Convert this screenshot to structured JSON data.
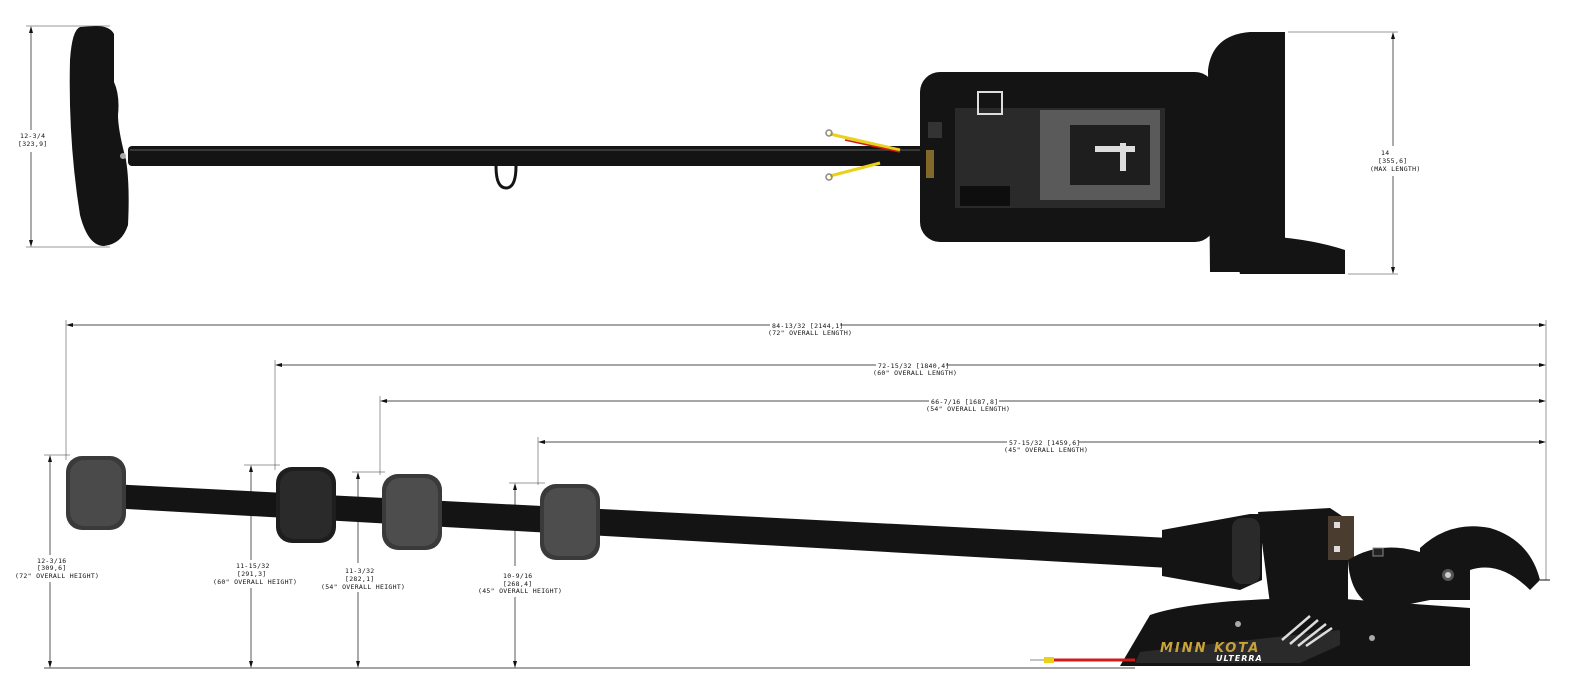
{
  "top_view": {
    "handle_height": {
      "value": "12-3/4",
      "metric": "[323,9]"
    },
    "mount_height": {
      "value": "14",
      "metric": "[355,6]",
      "note": "(MAX LENGTH)"
    }
  },
  "side_view": {
    "lengths": [
      {
        "value": "84-13/32 [2144,1]",
        "note": "(72\" OVERALL LENGTH)"
      },
      {
        "value": "72-15/32 [1840,4]",
        "note": "(60\" OVERALL LENGTH)"
      },
      {
        "value": "66-7/16 [1687,8]",
        "note": "(54\" OVERALL LENGTH)"
      },
      {
        "value": "57-15/32 [1459,6]",
        "note": "(45\" OVERALL LENGTH)"
      }
    ],
    "heights": [
      {
        "value": "12-3/16",
        "metric": "[309,6]",
        "note": "(72\" OVERALL HEIGHT)"
      },
      {
        "value": "11-15/32",
        "metric": "[291,3]",
        "note": "(60\" OVERALL HEIGHT)"
      },
      {
        "value": "11-3/32",
        "metric": "[282,1]",
        "note": "(54\" OVERALL HEIGHT)"
      },
      {
        "value": "10-9/16",
        "metric": "[268,4]",
        "note": "(45\" OVERALL HEIGHT)"
      }
    ]
  },
  "branding": {
    "logo_text": "MINN KOTA",
    "model_text": "ULTERRA",
    "logo_color": "#c9a23a"
  },
  "colors": {
    "motor": "#141414",
    "wire_red": "#d11a1a",
    "wire_yellow": "#e8d21a",
    "line": "#111111"
  }
}
